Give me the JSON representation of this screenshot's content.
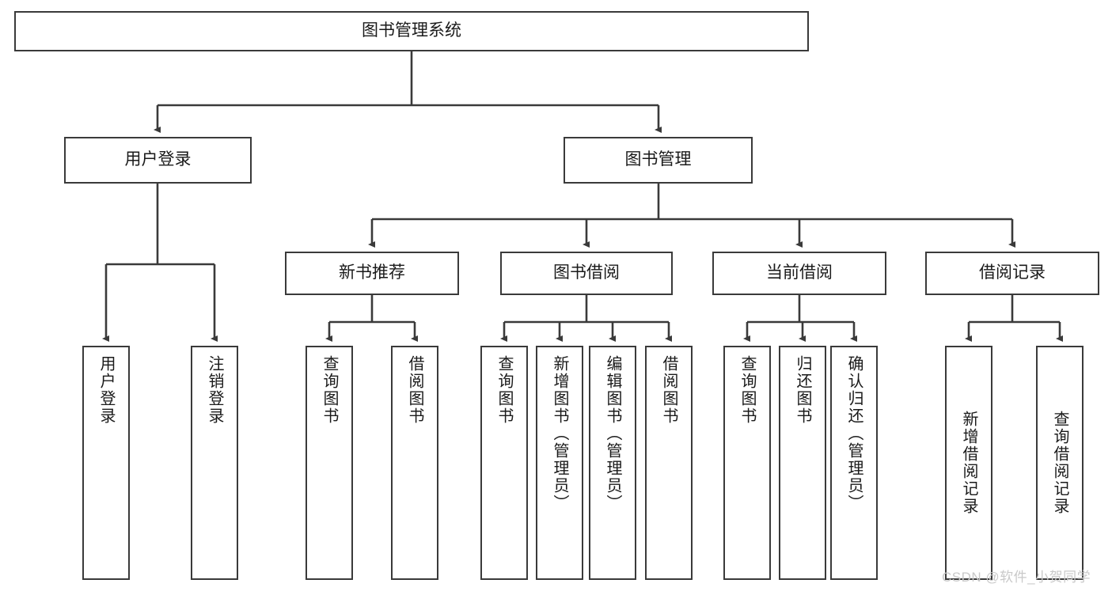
{
  "diagram": {
    "title": "图书管理系统",
    "type": "功能结构图",
    "root": {
      "label": "图书管理系统"
    },
    "level2": [
      {
        "label": "用户登录"
      },
      {
        "label": "图书管理"
      }
    ],
    "level3": [
      {
        "label": "新书推荐"
      },
      {
        "label": "图书借阅"
      },
      {
        "label": "当前借阅"
      },
      {
        "label": "借阅记录"
      }
    ],
    "leaves": {
      "user_login": [
        {
          "label": "用户登录"
        },
        {
          "label": "注销登录"
        }
      ],
      "new_book_recommend": [
        {
          "label": "查询图书"
        },
        {
          "label": "借阅图书"
        }
      ],
      "book_borrow": [
        {
          "label": "查询图书"
        },
        {
          "label": "新增图书（管理员）"
        },
        {
          "label": "编辑图书（管理员）"
        },
        {
          "label": "借阅图书"
        }
      ],
      "current_borrow": [
        {
          "label": "查询图书"
        },
        {
          "label": "归还图书"
        },
        {
          "label": "确认归还（管理员）"
        }
      ],
      "borrow_record": [
        {
          "label": "新增借阅记录"
        },
        {
          "label": "查询借阅记录"
        }
      ]
    }
  },
  "watermark": {
    "text": "CSDN @软件_小贺同学"
  },
  "colors": {
    "border": "#3a3a3a",
    "background": "#ffffff",
    "text": "#1a1a1a",
    "watermark": "#c9c9c9"
  }
}
